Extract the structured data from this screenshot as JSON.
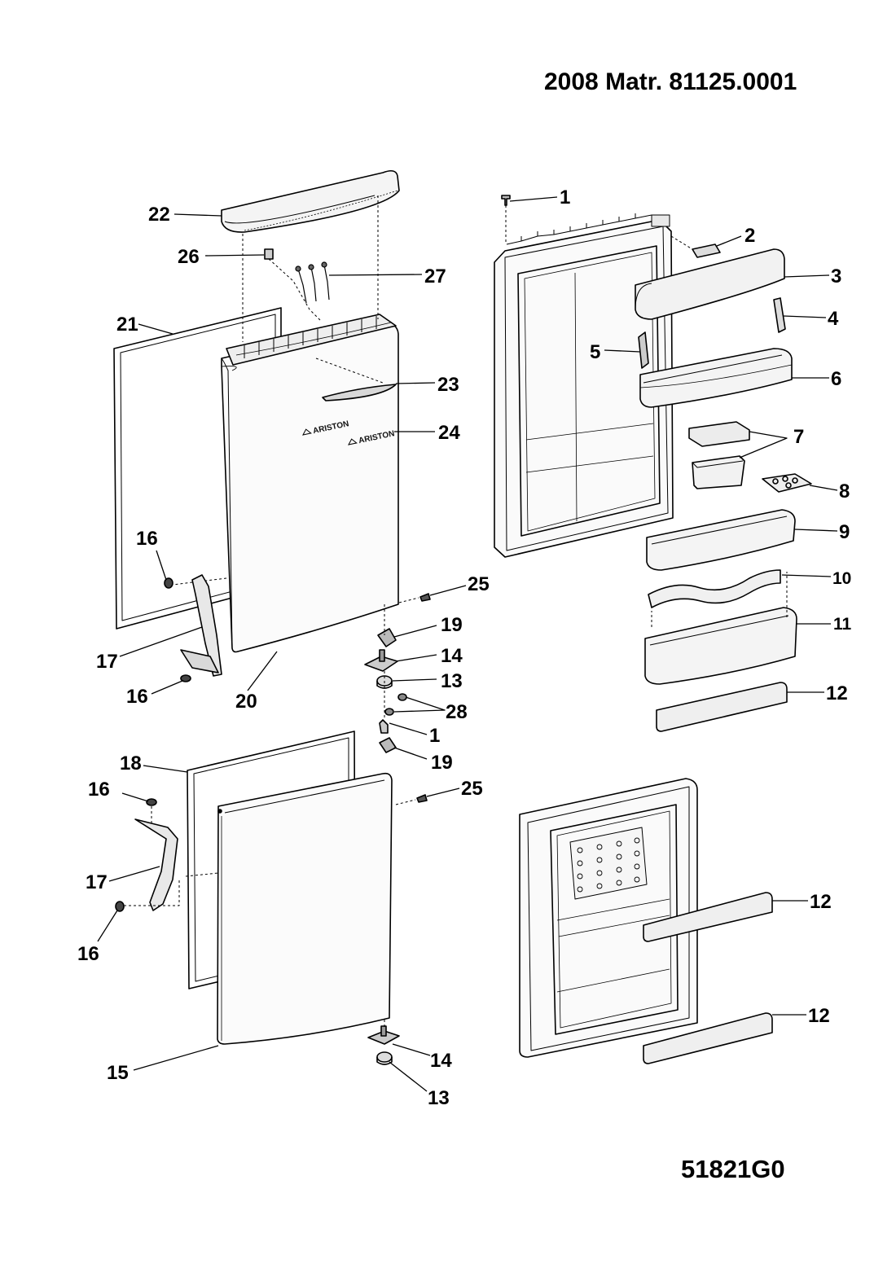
{
  "header": {
    "title": "2008 Matr. 81125.0001"
  },
  "footer": {
    "code": "51821G0"
  },
  "parts": {
    "p1": "1",
    "p2": "2",
    "p3": "3",
    "p4": "4",
    "p5": "5",
    "p6": "6",
    "p7": "7",
    "p8": "8",
    "p9": "9",
    "p10": "10",
    "p11": "11",
    "p12": "12",
    "p13": "13",
    "p14": "14",
    "p15": "15",
    "p16": "16",
    "p17": "17",
    "p18": "18",
    "p19": "19",
    "p20": "20",
    "p21": "21",
    "p22": "22",
    "p23": "23",
    "p24": "24",
    "p25": "25",
    "p26": "26",
    "p27": "27",
    "p28": "28"
  },
  "logo": {
    "brand_text": "ARISTON"
  }
}
